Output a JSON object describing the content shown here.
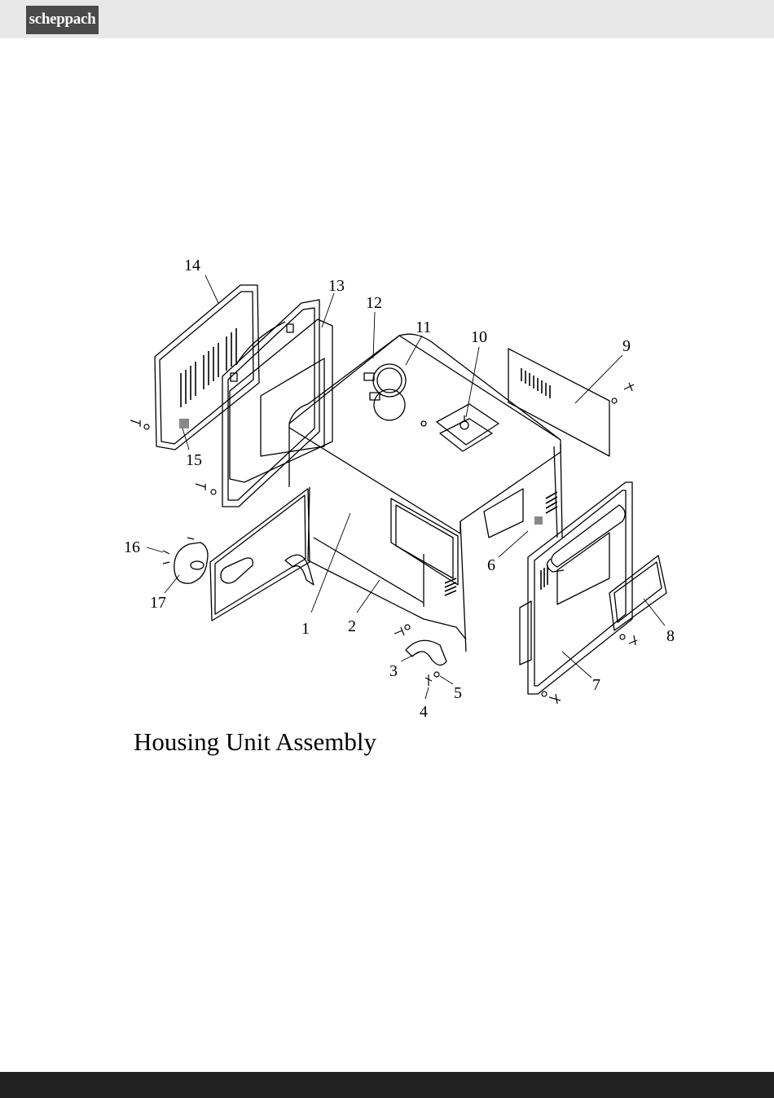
{
  "header": {
    "logo_text": "scheppach"
  },
  "diagram": {
    "callouts": [
      "1",
      "2",
      "3",
      "4",
      "5",
      "6",
      "7",
      "8",
      "9",
      "10",
      "11",
      "12",
      "13",
      "14",
      "15",
      "16",
      "17"
    ]
  },
  "caption": "Housing Unit Assembly",
  "colors": {
    "header_bg": "#e8e8e8",
    "logo_bg": "#4a4a4a",
    "footer_bg": "#222222"
  }
}
